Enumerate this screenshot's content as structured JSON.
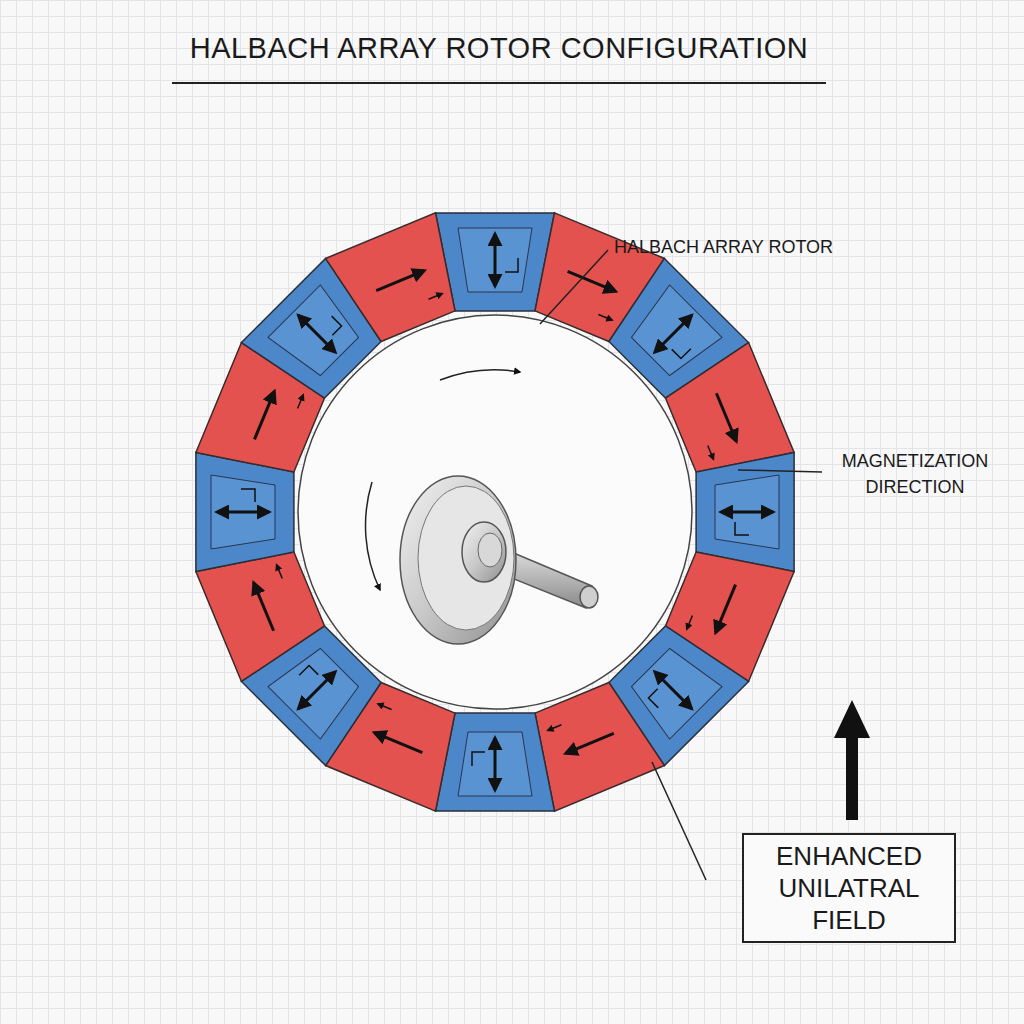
{
  "diagram": {
    "title": "HALBACH ARRAY ROTOR CONFIGURATION",
    "nodes": [
      {
        "text": [
          "ENHANCED UNILATRAL FIELD"
        ]
      }
    ],
    "labels": [
      "HALBACH ARRAY ROTOR",
      "MAGNETIZATION DIRECTION"
    ]
  }
}
